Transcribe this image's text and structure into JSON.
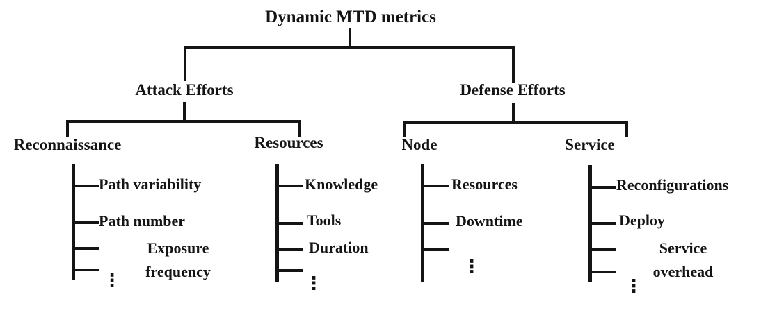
{
  "colors": {
    "line": "#141414",
    "text": "#141414",
    "background": "#ffffff"
  },
  "ellipsis_glyph": "⋮",
  "tree": {
    "title": "Dynamic MTD metrics",
    "branches": [
      {
        "label": "Attack Efforts",
        "children": [
          {
            "label": "Reconnaissance",
            "metrics": [
              "Path variability",
              "Path number",
              "Exposure frequency"
            ],
            "truncated": true
          },
          {
            "label": "Resources",
            "metrics": [
              "Knowledge",
              "Tools",
              "Duration"
            ],
            "truncated": true
          }
        ]
      },
      {
        "label": "Defense Efforts",
        "children": [
          {
            "label": "Node",
            "metrics": [
              "Resources",
              "Downtime"
            ],
            "truncated": true
          },
          {
            "label": "Service",
            "metrics": [
              "Reconfigurations",
              "Deploy",
              "Service overhead"
            ],
            "truncated": true
          }
        ]
      }
    ]
  }
}
